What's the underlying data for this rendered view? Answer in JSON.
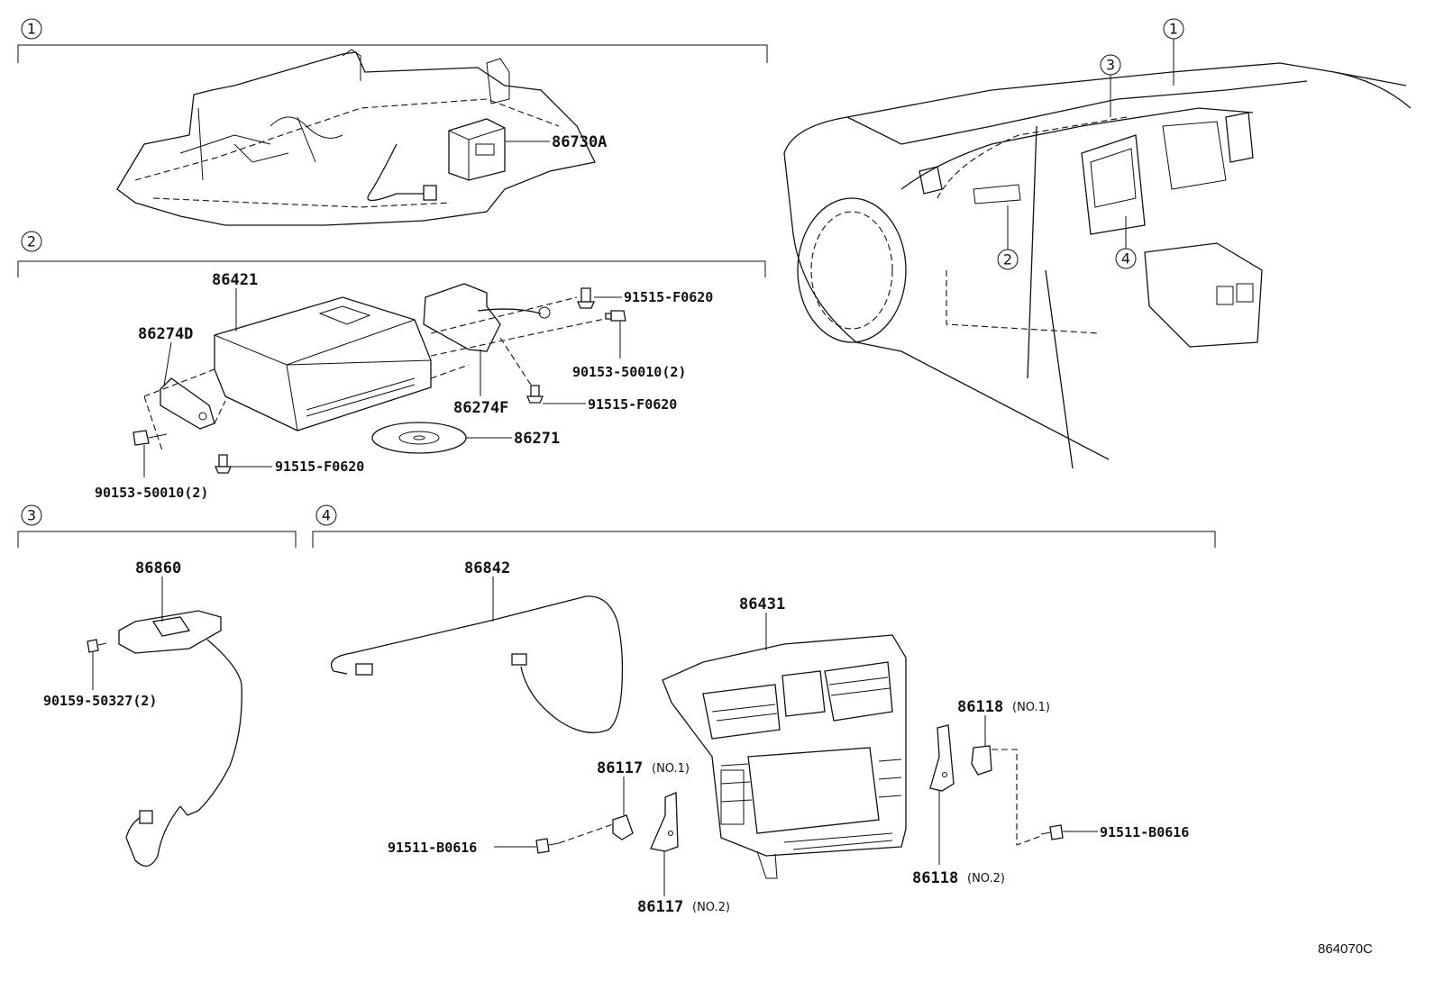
{
  "sections": {
    "s1": {
      "index": "1"
    },
    "s2": {
      "index": "2"
    },
    "s3": {
      "index": "3"
    },
    "s4": {
      "index": "4"
    }
  },
  "overview": {
    "callouts": [
      "1",
      "2",
      "3",
      "4"
    ]
  },
  "parts": {
    "p86730A": "86730A",
    "p86421": "86421",
    "p86274D": "86274D",
    "p86274F": "86274F",
    "p86271": "86271",
    "p91515_a": "91515-F0620",
    "p91515_b": "91515-F0620",
    "p91515_c": "91515-F0620",
    "p90153_a": "90153-50010(2)",
    "p90153_b": "90153-50010(2)",
    "p86860": "86860",
    "p90159": "90159-50327(2)",
    "p86842": "86842",
    "p86431": "86431",
    "p86117_1": "86117",
    "p86117_1_note": "(NO.1)",
    "p86117_2": "86117",
    "p86117_2_note": "(NO.2)",
    "p86118_1": "86118",
    "p86118_1_note": "(NO.1)",
    "p86118_2": "86118",
    "p86118_2_note": "(NO.2)",
    "p91511_a": "91511-B0616",
    "p91511_b": "91511-B0616"
  },
  "diagram_code": "864070C"
}
